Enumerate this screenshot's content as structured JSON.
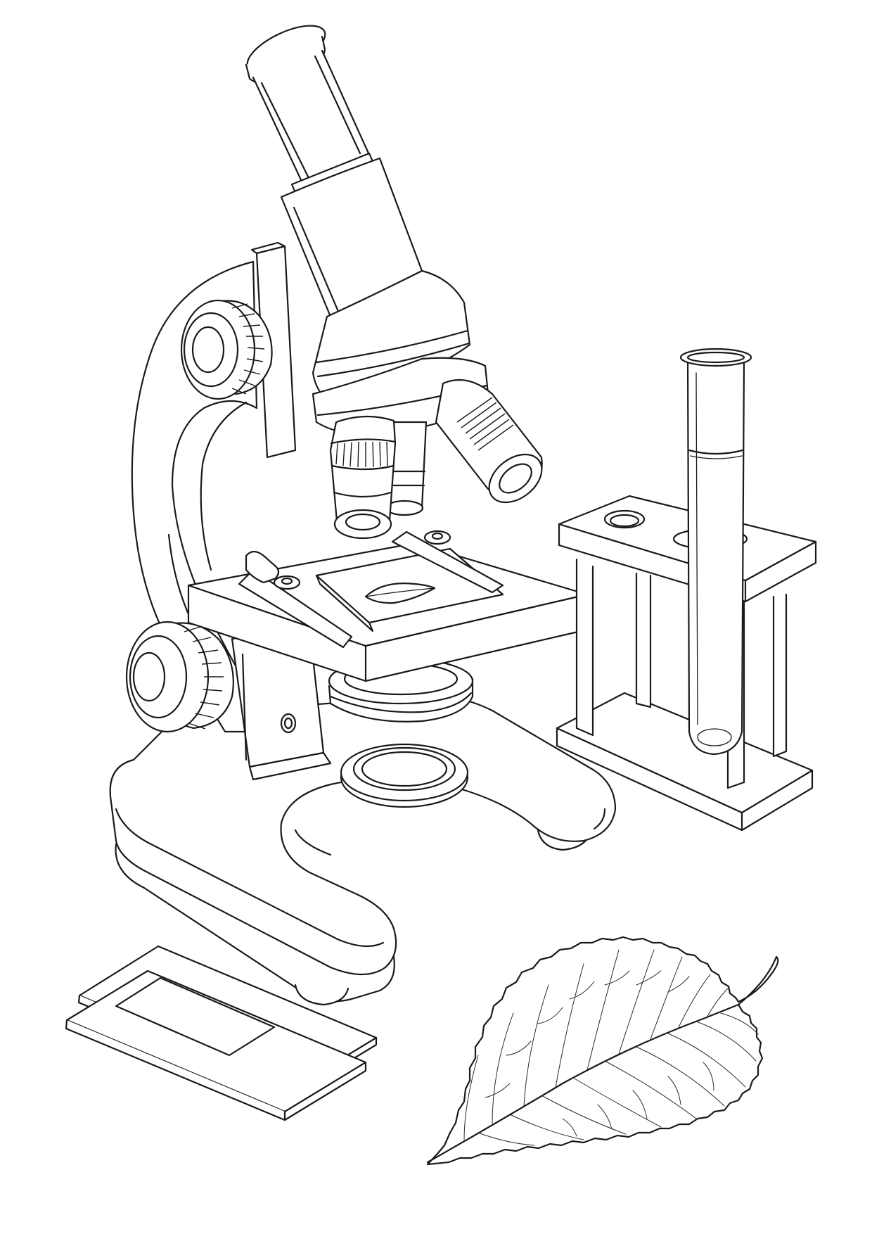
{
  "page": {
    "background": "#ffffff",
    "line_color": "#1a1a1a",
    "style": "black outline line art, uncolored"
  },
  "objects": [
    {
      "id": "microscope",
      "icon": "microscope-icon"
    },
    {
      "id": "test-tube-rack",
      "icon": "test-tube-rack-icon"
    },
    {
      "id": "test-tube",
      "icon": "test-tube-icon"
    },
    {
      "id": "glass-slides",
      "icon": "glass-slide-icon"
    },
    {
      "id": "leaf",
      "icon": "leaf-icon"
    }
  ]
}
